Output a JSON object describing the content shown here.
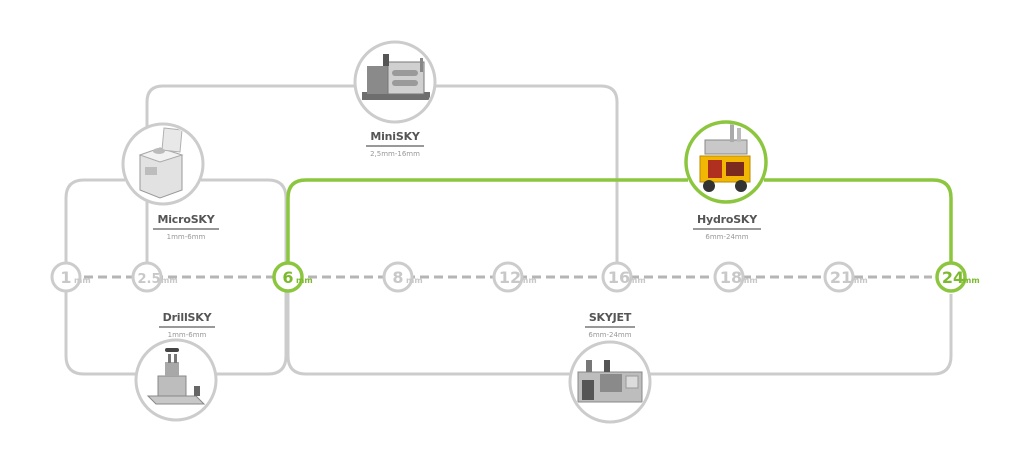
{
  "colors": {
    "gray_line": "#cccccc",
    "dash": "#b5b5b5",
    "highlight": "#8cc63f",
    "node_text_gray": "#c8c8c8",
    "node_text_green": "#7cb92f"
  },
  "nodes": [
    {
      "value": "1",
      "unit": "mm",
      "active": false
    },
    {
      "value": "2.5",
      "unit": "mm",
      "active": false
    },
    {
      "value": "6",
      "unit": "mm",
      "active": true
    },
    {
      "value": "8",
      "unit": "mm",
      "active": false
    },
    {
      "value": "12",
      "unit": "mm",
      "active": false
    },
    {
      "value": "16",
      "unit": "mm",
      "active": false
    },
    {
      "value": "18",
      "unit": "mm",
      "active": false
    },
    {
      "value": "21",
      "unit": "mm",
      "active": false
    },
    {
      "value": "24",
      "unit": "mm",
      "active": true
    }
  ],
  "products": [
    {
      "id": "minisky",
      "name": "MiniSKY",
      "range": "2,5mm-16mm",
      "active": false,
      "image": "machine-photo"
    },
    {
      "id": "microsky",
      "name": "MicroSKY",
      "range": "1mm-6mm",
      "active": false,
      "image": "machine-photo"
    },
    {
      "id": "hydrosky",
      "name": "HydroSKY",
      "range": "6mm-24mm",
      "active": true,
      "image": "machine-photo"
    },
    {
      "id": "drillsky",
      "name": "DrillSKY",
      "range": "1mm-6mm",
      "active": false,
      "image": "machine-photo"
    },
    {
      "id": "skyjet",
      "name": "SKYJET",
      "range": "6mm-24mm",
      "active": false,
      "image": "machine-photo"
    }
  ]
}
